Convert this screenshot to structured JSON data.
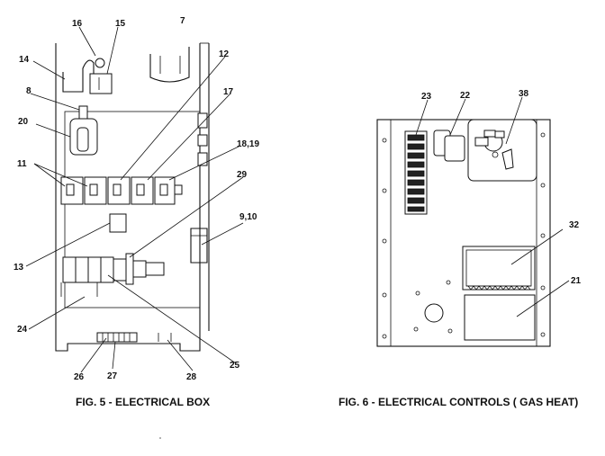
{
  "figures": {
    "fig5": {
      "caption": "FIG. 5 - ELECTRICAL BOX",
      "callouts": [
        "16",
        "15",
        "7",
        "14",
        "12",
        "8",
        "17",
        "20",
        "18,19",
        "11",
        "29",
        "9,10",
        "13",
        "24",
        "25",
        "26",
        "27",
        "28"
      ]
    },
    "fig6": {
      "caption": "FIG. 6 - ELECTRICAL CONTROLS ( GAS HEAT)",
      "callouts": [
        "23",
        "22",
        "38",
        "32",
        "21"
      ]
    }
  }
}
